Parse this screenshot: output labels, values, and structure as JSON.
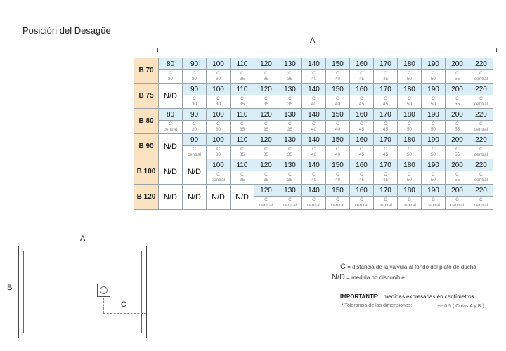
{
  "title": "Posición del Desagüe",
  "axis_a_label": "A",
  "nd": "N/D",
  "rows": [
    {
      "label": "B 70",
      "nd_count": 0,
      "cells": [
        {
          "v": "80",
          "c": "30"
        },
        {
          "v": "90",
          "c": "30"
        },
        {
          "v": "100",
          "c": "30"
        },
        {
          "v": "110",
          "c": "35"
        },
        {
          "v": "120",
          "c": "35"
        },
        {
          "v": "130",
          "c": "35"
        },
        {
          "v": "140",
          "c": "40"
        },
        {
          "v": "150",
          "c": "40"
        },
        {
          "v": "160",
          "c": "45"
        },
        {
          "v": "170",
          "c": "45"
        },
        {
          "v": "180",
          "c": "50"
        },
        {
          "v": "190",
          "c": "50"
        },
        {
          "v": "200",
          "c": "55"
        },
        {
          "v": "220",
          "c": "central"
        }
      ]
    },
    {
      "label": "B 75",
      "nd_count": 1,
      "cells": [
        {
          "v": "90",
          "c": "30"
        },
        {
          "v": "100",
          "c": "30"
        },
        {
          "v": "110",
          "c": "35"
        },
        {
          "v": "120",
          "c": "35"
        },
        {
          "v": "130",
          "c": "35"
        },
        {
          "v": "140",
          "c": "40"
        },
        {
          "v": "150",
          "c": "40"
        },
        {
          "v": "160",
          "c": "45"
        },
        {
          "v": "170",
          "c": "45"
        },
        {
          "v": "180",
          "c": "50"
        },
        {
          "v": "190",
          "c": "50"
        },
        {
          "v": "200",
          "c": "55"
        },
        {
          "v": "220",
          "c": "central"
        }
      ]
    },
    {
      "label": "B 80",
      "nd_count": 0,
      "cells": [
        {
          "v": "80",
          "c": "central"
        },
        {
          "v": "90",
          "c": "30"
        },
        {
          "v": "100",
          "c": "30"
        },
        {
          "v": "110",
          "c": "35"
        },
        {
          "v": "120",
          "c": "35"
        },
        {
          "v": "130",
          "c": "35"
        },
        {
          "v": "140",
          "c": "40"
        },
        {
          "v": "150",
          "c": "40"
        },
        {
          "v": "160",
          "c": "45"
        },
        {
          "v": "170",
          "c": "45"
        },
        {
          "v": "180",
          "c": "50"
        },
        {
          "v": "190",
          "c": "50"
        },
        {
          "v": "200",
          "c": "55"
        },
        {
          "v": "220",
          "c": "central"
        }
      ]
    },
    {
      "label": "B 90",
      "nd_count": 1,
      "cells": [
        {
          "v": "90",
          "c": "central"
        },
        {
          "v": "100",
          "c": "30"
        },
        {
          "v": "110",
          "c": "35"
        },
        {
          "v": "120",
          "c": "35"
        },
        {
          "v": "130",
          "c": "35"
        },
        {
          "v": "140",
          "c": "40"
        },
        {
          "v": "150",
          "c": "40"
        },
        {
          "v": "160",
          "c": "45"
        },
        {
          "v": "170",
          "c": "45"
        },
        {
          "v": "180",
          "c": "50"
        },
        {
          "v": "190",
          "c": "50"
        },
        {
          "v": "200",
          "c": "55"
        },
        {
          "v": "220",
          "c": "central"
        }
      ]
    },
    {
      "label": "B 100",
      "nd_count": 2,
      "cells": [
        {
          "v": "100",
          "c": "central"
        },
        {
          "v": "110",
          "c": "35"
        },
        {
          "v": "120",
          "c": "35"
        },
        {
          "v": "130",
          "c": "35"
        },
        {
          "v": "140",
          "c": "40"
        },
        {
          "v": "150",
          "c": "40"
        },
        {
          "v": "160",
          "c": "45"
        },
        {
          "v": "170",
          "c": "45"
        },
        {
          "v": "180",
          "c": "50"
        },
        {
          "v": "190",
          "c": "50"
        },
        {
          "v": "200",
          "c": "55"
        },
        {
          "v": "220",
          "c": "central"
        }
      ]
    },
    {
      "label": "B 120",
      "nd_count": 4,
      "cells": [
        {
          "v": "120",
          "c": "central"
        },
        {
          "v": "130",
          "c": "central"
        },
        {
          "v": "140",
          "c": "central"
        },
        {
          "v": "150",
          "c": "central"
        },
        {
          "v": "160",
          "c": "central"
        },
        {
          "v": "170",
          "c": "central"
        },
        {
          "v": "180",
          "c": "central"
        },
        {
          "v": "190",
          "c": "central"
        },
        {
          "v": "200",
          "c": "central"
        },
        {
          "v": "220",
          "c": "central"
        }
      ]
    }
  ],
  "c_prefix": "C",
  "diagram": {
    "a": "A",
    "b": "B",
    "c": "C"
  },
  "legend": {
    "c_symbol": "C",
    "c_text": "= distancia de la válvula al fondo del plato de ducha",
    "nd_symbol": "N/D",
    "nd_text": "= medida no disponible"
  },
  "important_label": "IMPORTANTE:",
  "important_text": "medidas expresadas en centímetros",
  "tolerance_label": "* Tolerancia de las dimensiones:",
  "tolerance_value": "+/- 0,5 ( Cotas A y B )"
}
